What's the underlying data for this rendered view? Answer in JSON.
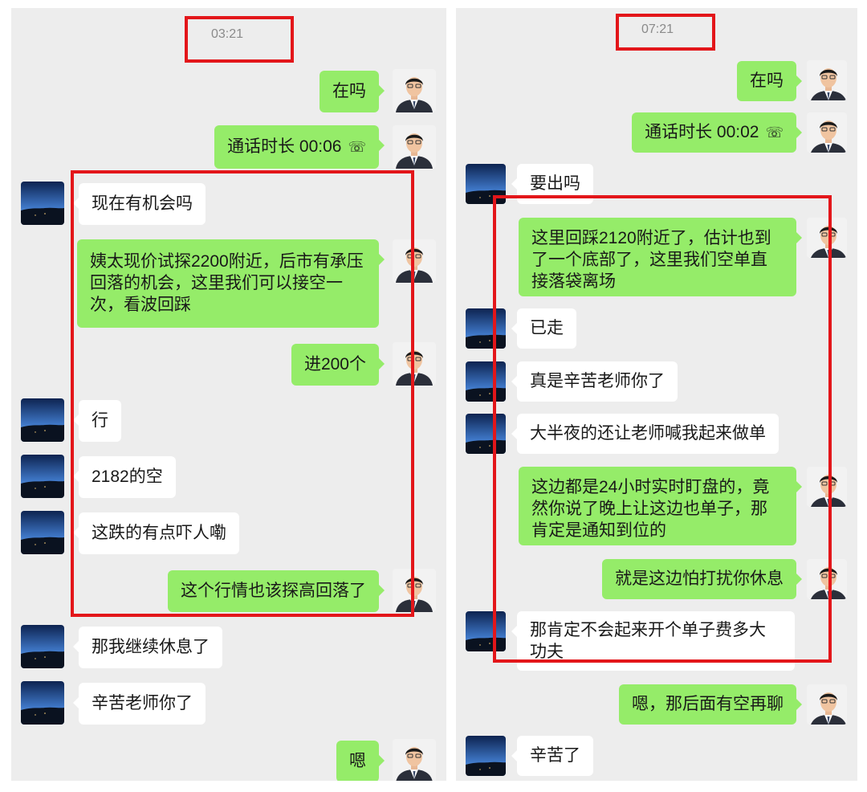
{
  "left": {
    "timestamp": "03:21",
    "messages": [
      {
        "from": "me",
        "text": "在吗"
      },
      {
        "from": "me",
        "text": "通话时长  00:06",
        "icon": "phone-hangup-icon"
      },
      {
        "from": "other",
        "text": "现在有机会吗"
      },
      {
        "from": "me",
        "text": "姨太现价试探2200附近，后市有承压回落的机会，这里我们可以接空一次，看波回踩"
      },
      {
        "from": "me",
        "text": "进200个"
      },
      {
        "from": "other",
        "text": "行"
      },
      {
        "from": "other",
        "text": "2182的空"
      },
      {
        "from": "other",
        "text": "这跌的有点吓人嘞"
      },
      {
        "from": "me",
        "text": "这个行情也该探高回落了"
      },
      {
        "from": "other",
        "text": "那我继续休息了"
      },
      {
        "from": "other",
        "text": "辛苦老师你了"
      },
      {
        "from": "me",
        "text": "嗯"
      }
    ]
  },
  "right": {
    "timestamp": "07:21",
    "messages": [
      {
        "from": "me",
        "text": "在吗"
      },
      {
        "from": "me",
        "text": "通话时长  00:02",
        "icon": "phone-hangup-icon"
      },
      {
        "from": "other",
        "text": "要出吗"
      },
      {
        "from": "me",
        "text": "这里回踩2120附近了，估计也到了一个底部了，这里我们空单直接落袋离场"
      },
      {
        "from": "other",
        "text": "已走"
      },
      {
        "from": "other",
        "text": "真是辛苦老师你了"
      },
      {
        "from": "other",
        "text": "大半夜的还让老师喊我起来做单"
      },
      {
        "from": "me",
        "text": "这边都是24小时实时盯盘的，竟然你说了晚上让这边也单子，那肯定是通知到位的"
      },
      {
        "from": "me",
        "text": "就是这边怕打扰你休息"
      },
      {
        "from": "other",
        "text": "那肯定不会起来开个单子费多大功夫"
      },
      {
        "from": "me",
        "text": "嗯，那后面有空再聊"
      },
      {
        "from": "other",
        "text": "辛苦了"
      }
    ]
  },
  "colors": {
    "outgoing_bubble": "#95ec69",
    "incoming_bubble": "#ffffff",
    "chat_background": "#ededed",
    "highlight_box": "#e3161a"
  },
  "icons": {
    "call": "phone-hangup-icon",
    "self_avatar": "man-portrait-avatar",
    "contact_avatar": "night-sky-landscape-avatar"
  }
}
